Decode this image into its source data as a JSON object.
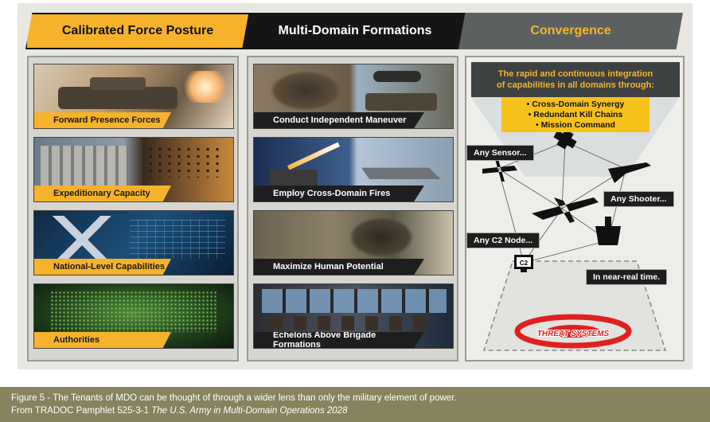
{
  "headers": {
    "left": "Calibrated Force Posture",
    "middle": "Multi-Domain Formations",
    "right": "Convergence"
  },
  "left_column": [
    {
      "label": "Forward Presence Forces"
    },
    {
      "label": "Expeditionary Capacity"
    },
    {
      "label": "National-Level Capabilities"
    },
    {
      "label": "Authorities"
    }
  ],
  "middle_column": [
    {
      "label": "Conduct Independent Maneuver"
    },
    {
      "label": "Employ Cross-Domain Fires"
    },
    {
      "label": "Maximize Human Potential"
    },
    {
      "label": "Echelons Above Brigade Formations"
    }
  ],
  "convergence": {
    "intro_line1": "The rapid and continuous integration",
    "intro_line2": "of capabilities in all domains through:",
    "bullets": [
      "• Cross-Domain Synergy",
      "• Redundant Kill Chains",
      "• Mission Command"
    ],
    "any_sensor": "Any Sensor...",
    "any_shooter": "Any Shooter...",
    "any_c2": "Any C2 Node...",
    "near_real_time": "In near-real time.",
    "c2_icon_text": "C2",
    "threat": "THREAT SYSTEMS"
  },
  "caption": {
    "line1": "Figure 5 - The Tenants of MDO can be thought of through a wider lens than only the military element of power.",
    "line2_prefix": "From TRADOC Pamphlet 525-3-1 ",
    "line2_title": "The U.S. Army in Multi-Domain Operations 2028"
  },
  "colors": {
    "accent_yellow": "#f6b22a",
    "dark": "#1e1e1e",
    "caption_bg": "#86835d"
  }
}
